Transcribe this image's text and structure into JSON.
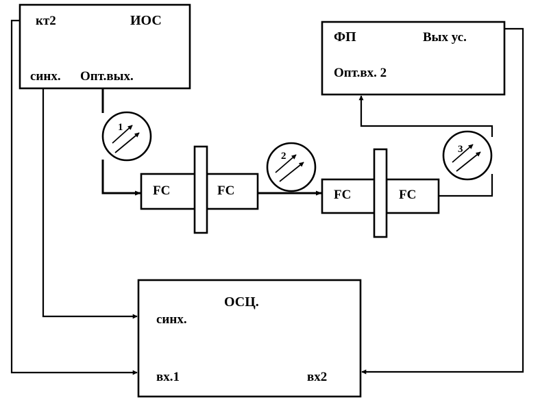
{
  "ios": {
    "kt2": "кт2",
    "title": "ИОС",
    "sync": "синх.",
    "opt_out": "Опт.вых."
  },
  "fp": {
    "title": "ФП",
    "out": "Вых ус.",
    "opt_in": "Опт.вх. 2"
  },
  "connectors": {
    "c1_left": "FC",
    "c1_right": "FC",
    "c2_left": "FC",
    "c2_right": "FC"
  },
  "attenuators": {
    "a1": "1",
    "a2": "2",
    "a3": "3"
  },
  "osc": {
    "title": "ОСЦ.",
    "sync": "синх.",
    "in1": "вх.1",
    "in2": "вх2"
  }
}
